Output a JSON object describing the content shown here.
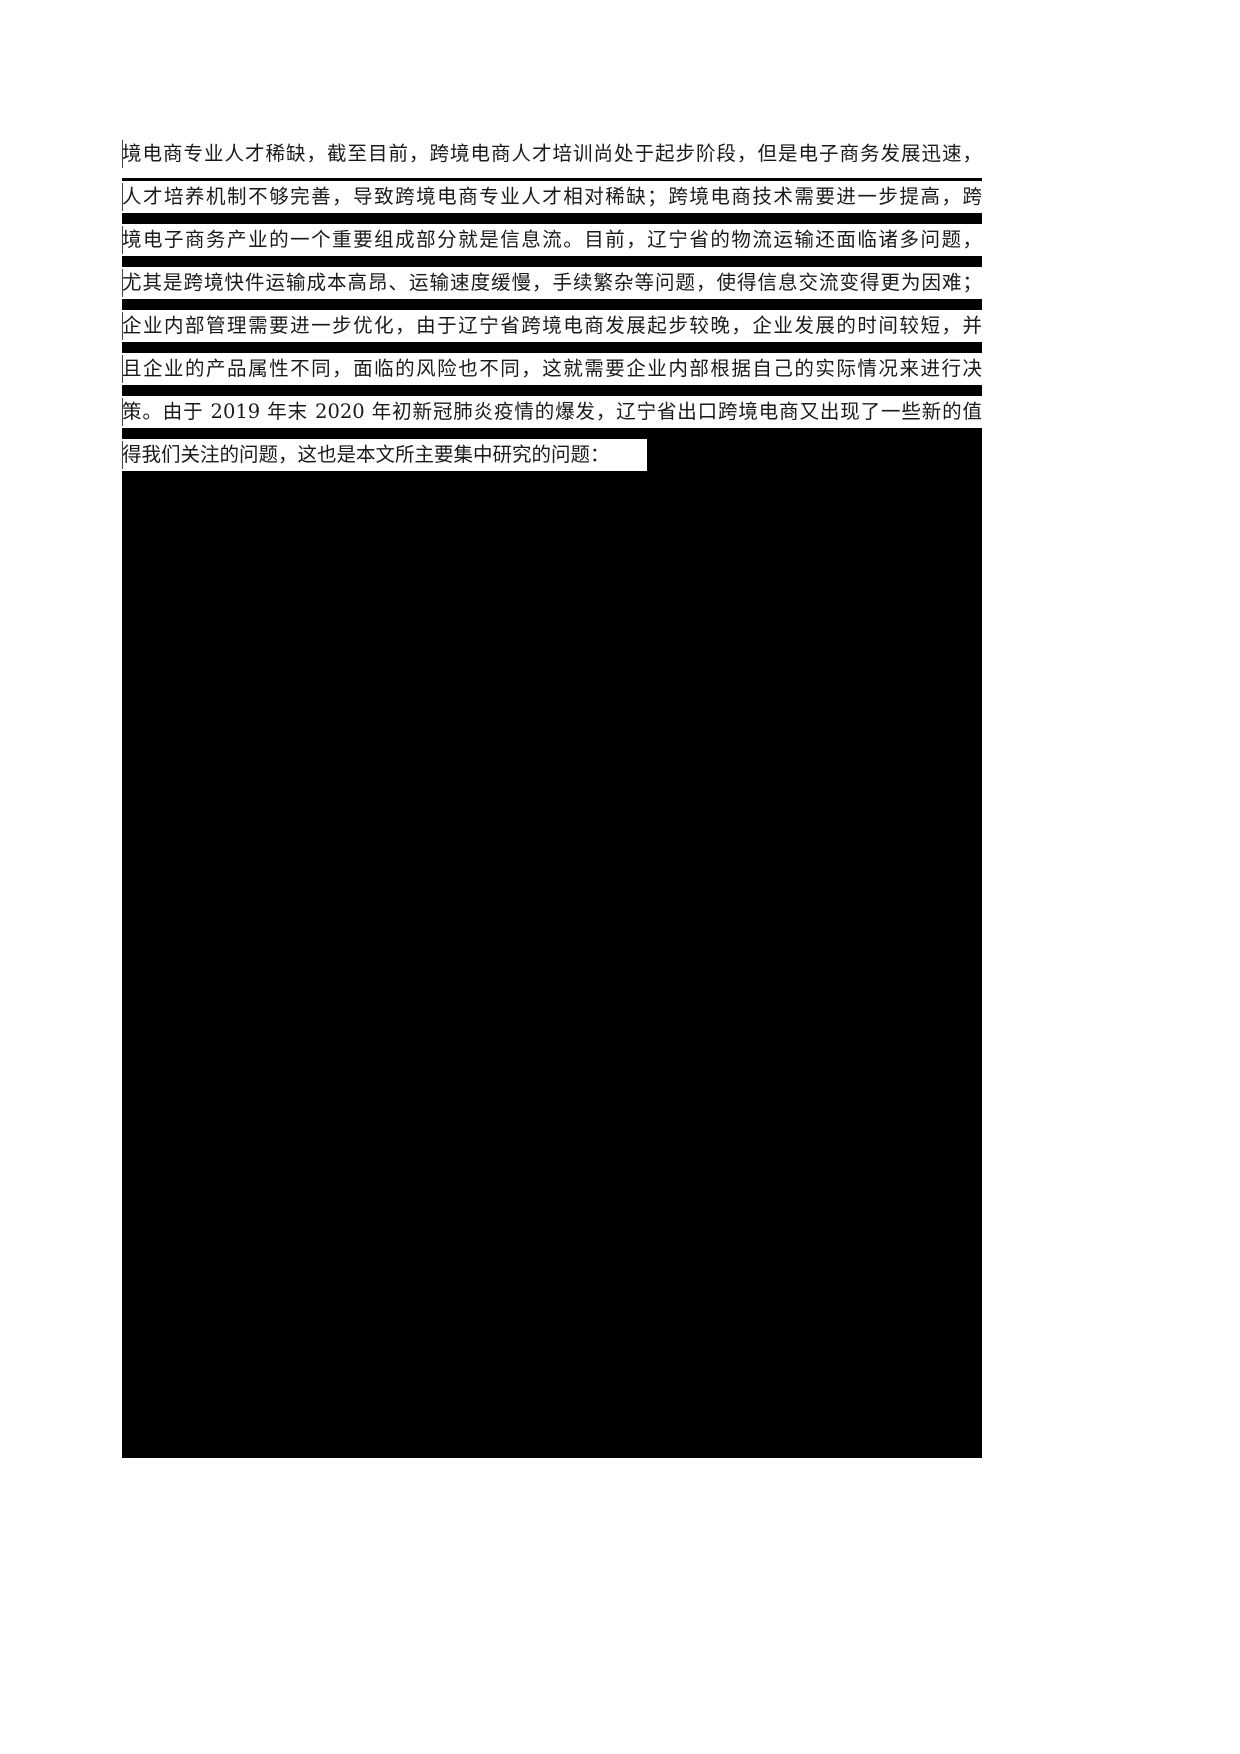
{
  "document": {
    "page_background": "#ffffff",
    "redaction_color": "#000000",
    "text_color": "#1a1a1a",
    "language": "zh-CN",
    "paragraph_lines": [
      "境电商专业人才稀缺，截至目前，跨境电商人才培训尚处于起步阶段，但是电子商务发展迅速，",
      "人才培养机制不够完善，导致跨境电商专业人才相对稀缺；跨境电商技术需要进一步提高，跨",
      "境电子商务产业的一个重要组成部分就是信息流。目前，辽宁省的物流运输还面临诸多问题，",
      "尤其是跨境快件运输成本高昂、运输速度缓慢，手续繁杂等问题，使得信息交流变得更为因难；",
      "企业内部管理需要进一步优化，由于辽宁省跨境电商发展起步较晚，企业发展的时间较短，并",
      "且企业的产品属性不同，面临的风险也不同，这就需要企业内部根据自己的实际情况来进行决",
      "策。由于 2019 年末 2020 年初新冠肺炎疫情的爆发，辽宁省出口跨境电商又出现了一些新的值",
      "得我们关注的问题，这也是本文所主要集中研究的问题："
    ]
  }
}
